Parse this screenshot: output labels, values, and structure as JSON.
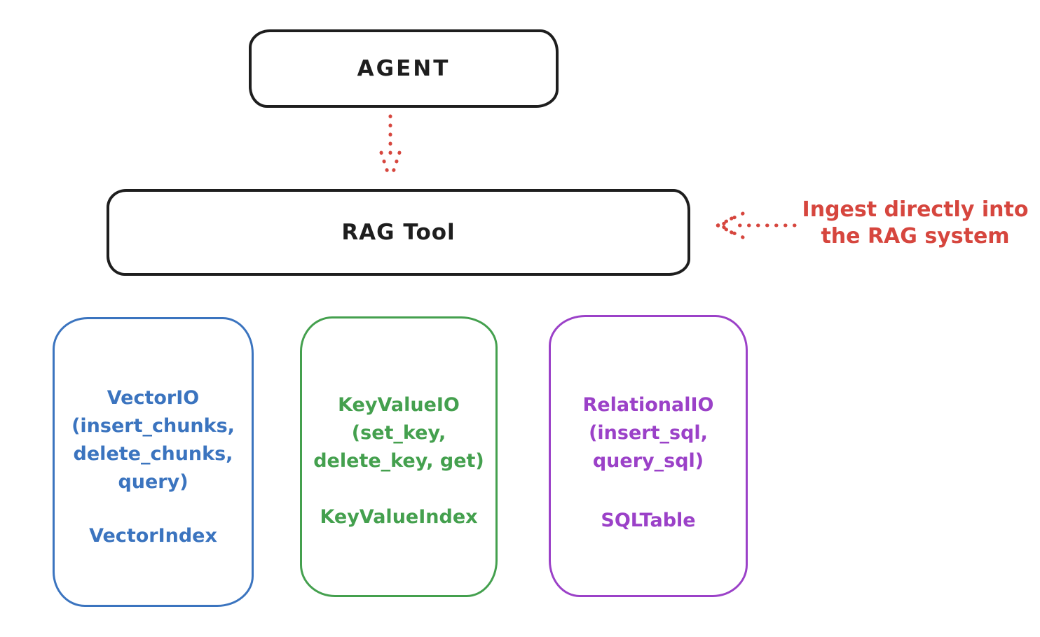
{
  "agent": {
    "label": "AGENT"
  },
  "rag_tool": {
    "label": "RAG Tool"
  },
  "ingest_note": {
    "line1": "Ingest directly into",
    "line2": "the RAG system"
  },
  "backends": [
    {
      "name": "vector",
      "accent": "#3b74bf",
      "lines": [
        "VectorIO",
        "(insert_chunks,",
        "delete_chunks,",
        "query)"
      ],
      "index": "VectorIndex"
    },
    {
      "name": "keyvalue",
      "accent": "#44a04e",
      "lines": [
        "KeyValueIO",
        "(set_key,",
        "delete_key, get)"
      ],
      "index": "KeyValueIndex"
    },
    {
      "name": "relational",
      "accent": "#9b41c8",
      "lines": [
        "RelationalIO",
        "(insert_sql,",
        "query_sql)"
      ],
      "index": "SQLTable"
    }
  ],
  "colors": {
    "stroke": "#1e1e1e",
    "arrow_red": "#d6463e",
    "vector_blue": "#3b74bf",
    "keyvalue_green": "#44a04e",
    "relational_purple": "#9b41c8"
  }
}
